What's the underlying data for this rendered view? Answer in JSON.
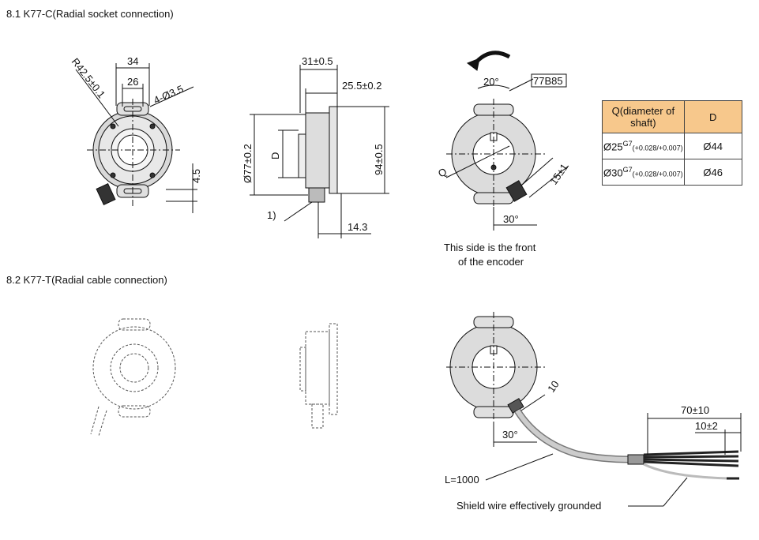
{
  "sections": {
    "s1": "8.1 K77-C(Radial socket connection)",
    "s2": "8.2 K77-T(Radial cable connection)"
  },
  "front_view": {
    "w34": "34",
    "w26": "26",
    "radius": "R42.5±0.1",
    "holes": "4-Ø3.5",
    "h45": "4.5"
  },
  "side_view": {
    "d31": "31±0.5",
    "d255": "25.5±0.2",
    "d77": "Ø77±0.2",
    "dD": "D",
    "d94": "94±0.5",
    "note": "1)",
    "d143": "14.3"
  },
  "rear_view": {
    "a20": "20°",
    "label": "77B85",
    "q": "Q",
    "d15": "15±1",
    "a30": "30°",
    "caption1": "This side is the front",
    "caption2": "of the encoder"
  },
  "cable_view": {
    "d10": "10",
    "a30": "30°",
    "len": "L=1000",
    "d70": "70±10",
    "d102": "10±2",
    "shield": "Shield wire effectively grounded"
  },
  "table": {
    "col1": "Q(diameter of shaft)",
    "col2": "D",
    "rows": [
      {
        "q": "Ø25",
        "tol_class": "G7",
        "tol_up": "+0.028",
        "tol_low": "+0.007",
        "d": "Ø44"
      },
      {
        "q": "Ø30",
        "tol_class": "G7",
        "tol_up": "+0.028",
        "tol_low": "+0.007",
        "d": "Ø46"
      }
    ]
  },
  "colors": {
    "header_fill": "#f7c88c"
  }
}
